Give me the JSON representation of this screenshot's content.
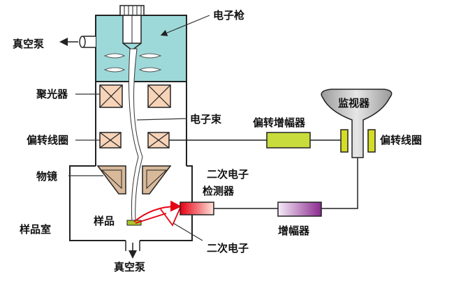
{
  "labels": {
    "electron_gun": "电子枪",
    "vacuum_pump_top": "真空泵",
    "condenser": "聚光器",
    "deflection_coil_left": "偏转线圈",
    "objective_lens": "物镜",
    "sample_chamber": "样品室",
    "sample": "样品",
    "vacuum_pump_bottom": "真空泵",
    "electron_beam": "电子束",
    "deflection_amplifier": "偏转增幅器",
    "monitor": "监视器",
    "deflection_coil_right": "偏转线圈",
    "secondary_detector_line1": "二次电子",
    "secondary_detector_line2": "检测器",
    "amplifier": "增幅器",
    "secondary_electrons": "二次电子"
  },
  "colors": {
    "gun_chamber": "#9ed9d9",
    "coil": "#f7d3b8",
    "objective": "#d8b99a",
    "deflection_amplifier": "#c8dc3c",
    "amplifier_gradient_start": "#f6ecf8",
    "amplifier_gradient_end": "#8a2a8e",
    "detector_gradient_start": "#ffe3dc",
    "detector_gradient_end": "#e60012",
    "monitor": "#c9c9c9",
    "monitor_coil": "#d4dc26",
    "secondary_path": "#e60012",
    "sample": "#a9c42a"
  }
}
